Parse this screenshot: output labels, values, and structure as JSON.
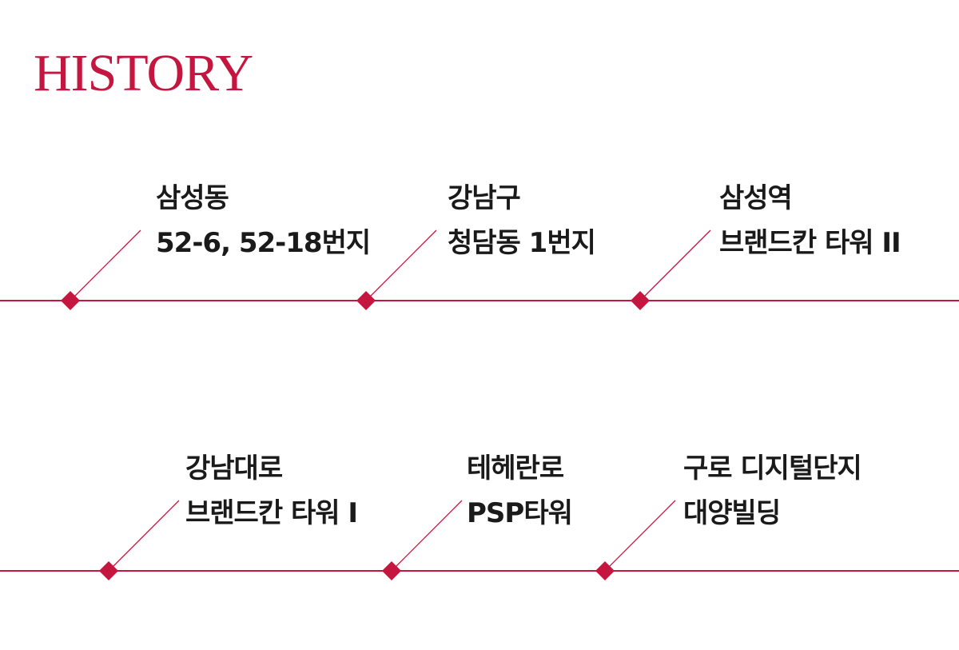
{
  "title": "HISTORY",
  "accent_color": "#c4163f",
  "rows": [
    {
      "items": [
        {
          "line1": "삼성동",
          "line2": "52-6, 52-18번지"
        },
        {
          "line1": "강남구",
          "line2": "청담동 1번지"
        },
        {
          "line1": "삼성역",
          "line2": "브랜드칸 타워 II"
        }
      ]
    },
    {
      "items": [
        {
          "line1": "강남대로",
          "line2": "브랜드칸 타워 I"
        },
        {
          "line1": "테헤란로",
          "line2": "PSP타워"
        },
        {
          "line1": "구로 디지털단지",
          "line2": "대양빌딩"
        }
      ]
    }
  ]
}
